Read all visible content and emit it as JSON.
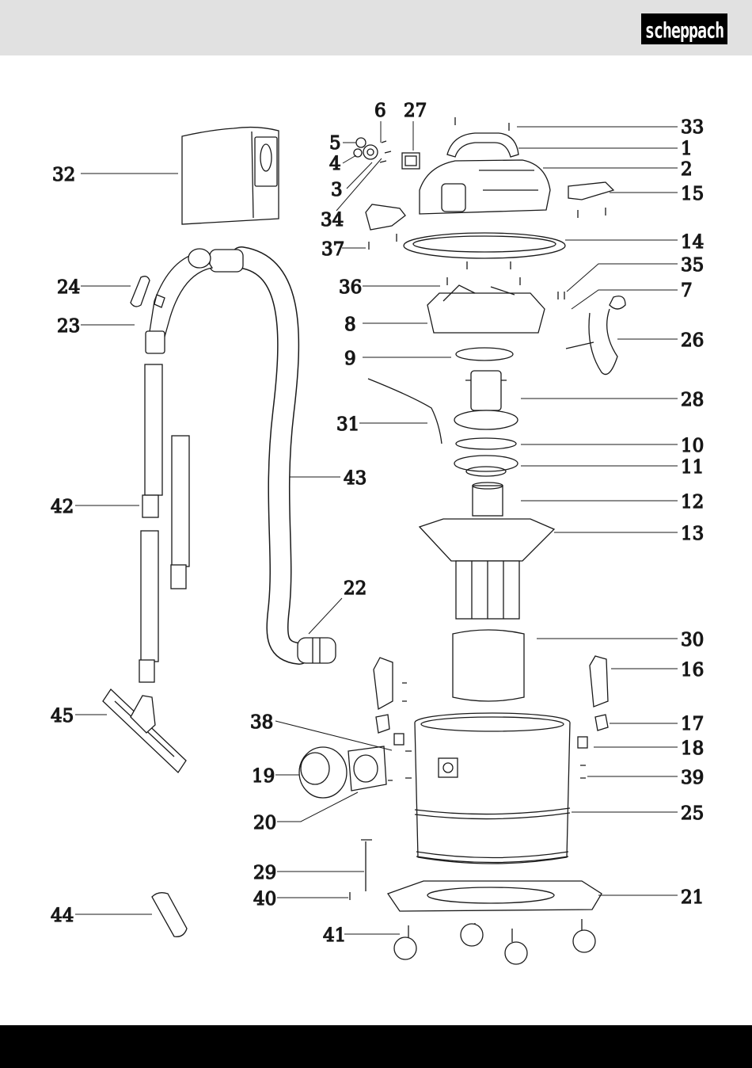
{
  "brand": {
    "logo_text": "scheppach"
  },
  "colors": {
    "header_bg": "#e1e1e1",
    "footer_bg": "#000000",
    "line": "#1a1a1a"
  },
  "diagram": {
    "part_labels": [
      "1",
      "2",
      "3",
      "4",
      "5",
      "6",
      "7",
      "8",
      "9",
      "10",
      "11",
      "12",
      "13",
      "14",
      "15",
      "16",
      "17",
      "18",
      "19",
      "20",
      "21",
      "22",
      "23",
      "24",
      "25",
      "26",
      "27",
      "28",
      "29",
      "30",
      "31",
      "32",
      "33",
      "34",
      "35",
      "36",
      "37",
      "38",
      "39",
      "40",
      "41",
      "42",
      "43",
      "44",
      "45"
    ]
  }
}
